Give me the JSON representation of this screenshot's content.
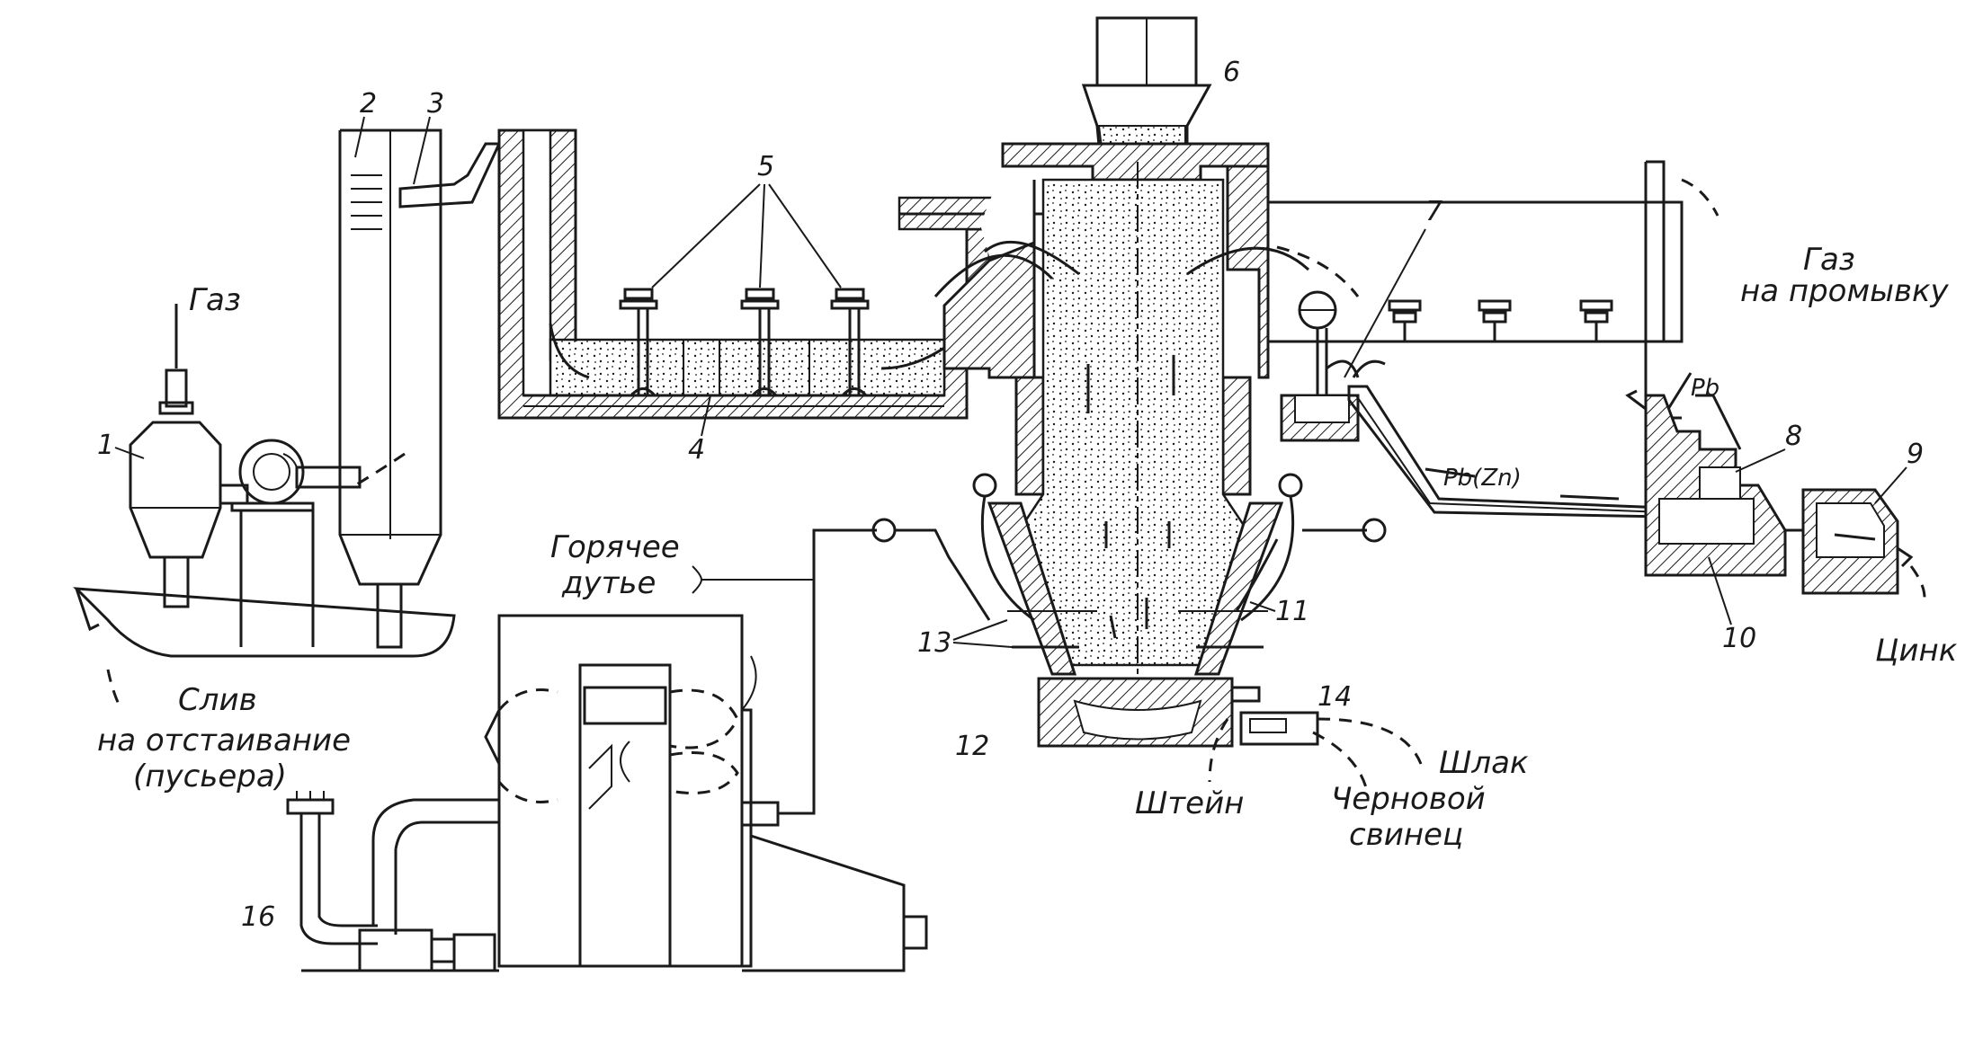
{
  "diagram": {
    "labels": {
      "gas_up": "Газ",
      "gas_wash_line1": "Газ",
      "gas_wash_line2": "на промывку",
      "hot_blast_line1": "Горячее",
      "hot_blast_line2": "дутье",
      "settling_line1": "Слив",
      "settling_line2": "на отстаивание",
      "settling_line3": "(пусьера)",
      "lead_zinc": "Pb(Zn)",
      "lead": "Pb",
      "zinc": "Цинк",
      "slag": "Шлак",
      "matte": "Штейн",
      "crude_lead_line1": "Черновой",
      "crude_lead_line2": "свинец"
    },
    "numbers": {
      "n1": "1",
      "n2": "2",
      "n3": "3",
      "n4": "4",
      "n5": "5",
      "n6": "6",
      "n7": "7",
      "n8": "8",
      "n9": "9",
      "n10": "10",
      "n11": "11",
      "n12": "12",
      "n13": "13",
      "n14": "14",
      "n16": "16"
    }
  }
}
